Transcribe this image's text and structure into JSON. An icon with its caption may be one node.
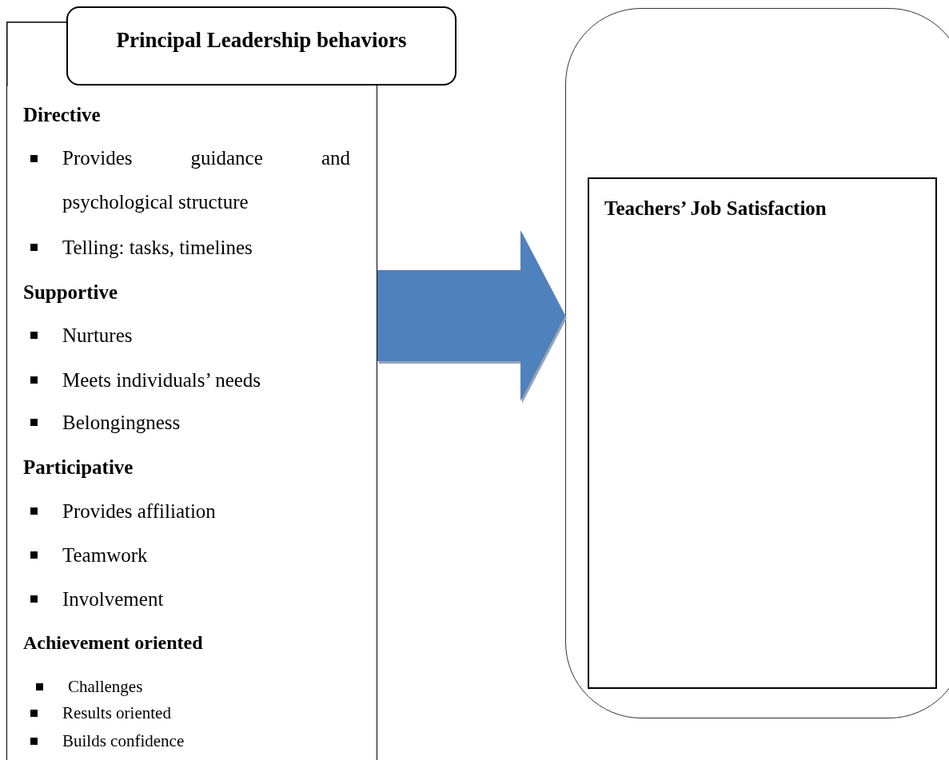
{
  "diagram": {
    "nodes": [
      {
        "text": [
          "Directive",
          "Provides guidance and psychological structure",
          "Telling: tasks, timelines",
          "Supportive",
          "Nurtures",
          "Meets individuals’ needs",
          "Belongingness",
          "Participative",
          "Provides affiliation",
          "Teamwork",
          "Involvement",
          "Achievement oriented",
          "Challenges",
          "Results oriented",
          "Builds confidence"
        ]
      },
      {
        "text": [
          "Principal Leadership behaviors"
        ]
      },
      {
        "text": [],
        "shape": "box"
      },
      {
        "text": [
          "Teachers’ Job Satisfaction"
        ],
        "in": 2
      }
    ],
    "edges": [
      {
        "from": 0,
        "to": 2,
        "arrow": "to"
      }
    ]
  }
}
